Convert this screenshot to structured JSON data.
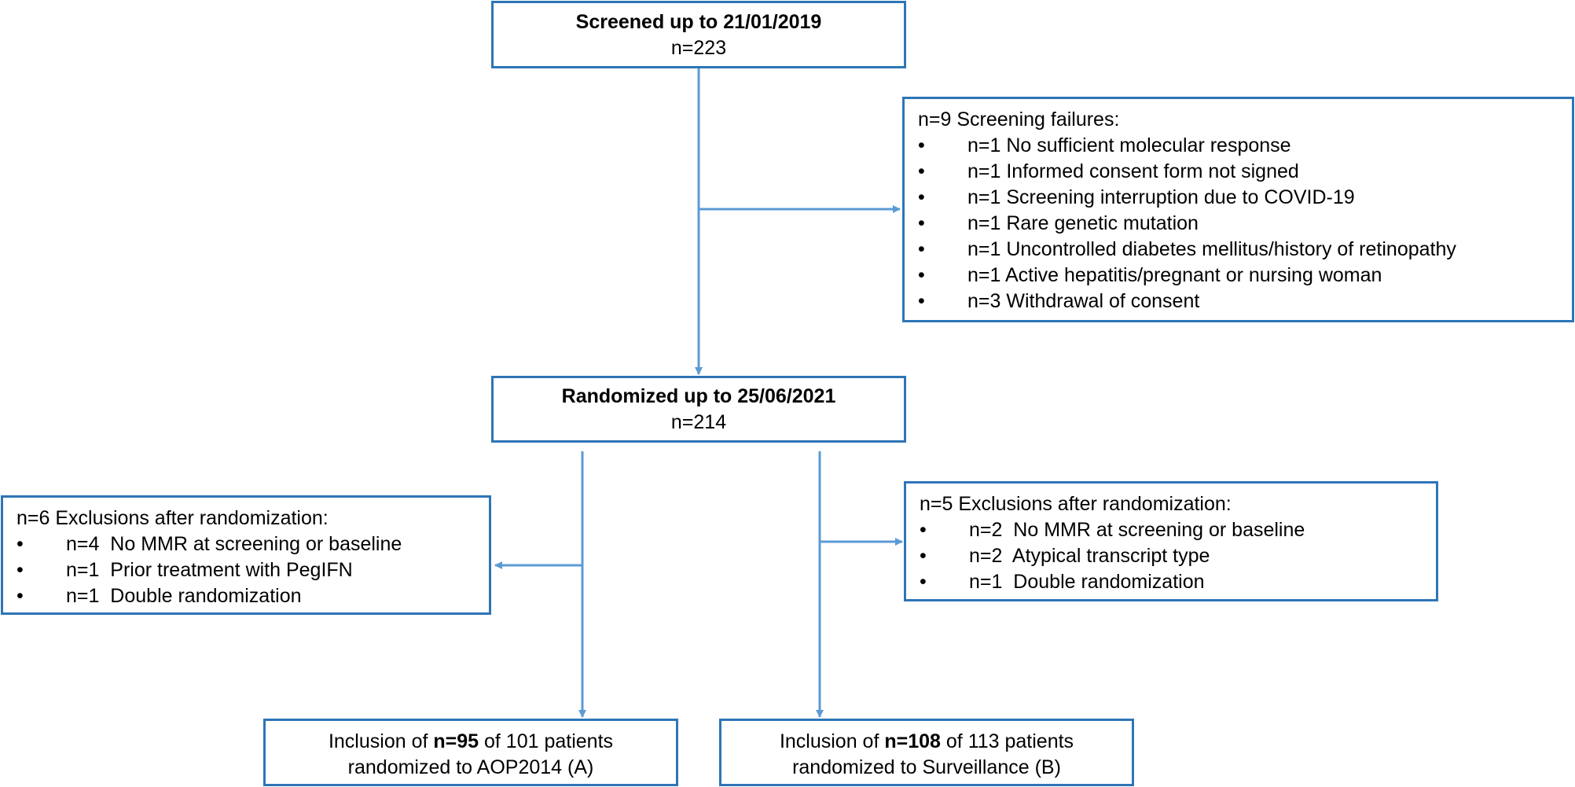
{
  "screened": {
    "title": "Screened up to 21/01/2019",
    "count": "n=223"
  },
  "screening_failures": {
    "header": "n=9 Screening failures:",
    "items": [
      "n=1 No sufficient molecular response",
      "n=1 Informed consent form not signed",
      "n=1 Screening interruption due to COVID-19",
      "n=1 Rare genetic mutation",
      "n=1 Uncontrolled diabetes mellitus/history of retinopathy",
      "n=1 Active hepatitis/pregnant or nursing woman",
      "n=3 Withdrawal of consent"
    ]
  },
  "randomized": {
    "title": "Randomized up to 25/06/2021",
    "count": "n=214"
  },
  "exclusions_a": {
    "header": "n=6 Exclusions after randomization:",
    "items": [
      "n=4  No MMR at screening or baseline",
      "n=1  Prior treatment with PegIFN",
      "n=1  Double randomization"
    ]
  },
  "exclusions_b": {
    "header": "n=5 Exclusions after randomization:",
    "items": [
      "n=2  No MMR at screening or baseline",
      "n=2  Atypical transcript type",
      "n=1  Double randomization"
    ]
  },
  "inclusion_a": {
    "prefix": "Inclusion of ",
    "bold": "n=95",
    "suffix": " of 101 patients",
    "line2": "randomized to AOP2014 (A)"
  },
  "inclusion_b": {
    "prefix": "Inclusion of ",
    "bold": "n=108",
    "suffix": " of 113 patients",
    "line2": "randomized to Surveillance (B)"
  },
  "bullet": "•",
  "colors": {
    "border": "#2e75b6",
    "connector": "#5b9bd5"
  }
}
